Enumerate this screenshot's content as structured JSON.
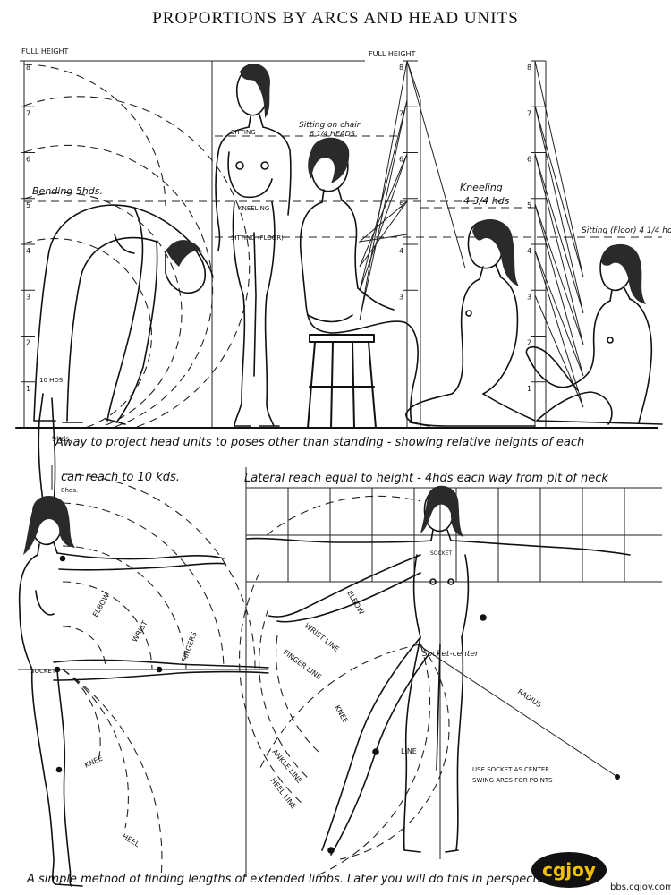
{
  "title": "PROPORTIONS BY ARCS AND HEAD UNITS",
  "labels": {
    "full_height_left": "FULL HEIGHT",
    "full_height_right": "FULL HEIGHT",
    "bending": "Bending 5hds.",
    "sitting_chair_1": "Sitting on chair",
    "sitting_chair_2": "6 1/4 HEADS",
    "kneeling_1": "Kneeling",
    "kneeling_2": "4 3/4 hds",
    "sitting_floor": "Sitting (Floor) 4 1/4 hd",
    "mark_sitting": "SITTING",
    "mark_kneeling": "KNEELING",
    "mark_sitting_floor": "SITTING (FLOOR)",
    "ten_hds": "10 HDS",
    "nine_hds": "9hds.",
    "eight_hds": "8hds.",
    "caption_top": "Away to project head units to poses other than standing - showing relative heights of each",
    "caption_reach": "can reach to 10 kds.",
    "lateral_reach": "Lateral reach equal to height - 4hds each way from pit of neck",
    "elbow_left": "ELBOW",
    "wrist_left": "WRIST",
    "fingers_left": "FINGERS",
    "socket_left": "SOCKET",
    "knee_left": "KNEE",
    "heel_left": "HEEL",
    "socket_right": "SOCKET",
    "elbow_right": "ELBOW",
    "wrist_line": "WRIST LINE",
    "finger_line": "FINGER LINE",
    "knee_line_a": "KNEE",
    "knee_line_b": "LINE",
    "ankle_line": "ANKLE LINE",
    "heel_line": "HEEL LINE",
    "socket_center": "Socket-center",
    "radius": "RADIUS",
    "use_socket_1": "USE SOCKET AS CENTER",
    "use_socket_2": "SWING ARCS FOR POINTS",
    "bottom_caption": "A simple method of finding lengths of extended limbs. Later you will do this in perspective",
    "watermark_url": "bbs.cgjoy.com",
    "watermark_logo": "cgjoy"
  },
  "scale_left": [
    "1",
    "2",
    "3",
    "4",
    "5",
    "6",
    "7",
    "8"
  ],
  "scale_mid": [
    "3",
    "4",
    "5",
    "6",
    "7",
    "8"
  ],
  "scale_right": [
    "1",
    "2",
    "3",
    "4",
    "5",
    "6",
    "7",
    "8"
  ]
}
